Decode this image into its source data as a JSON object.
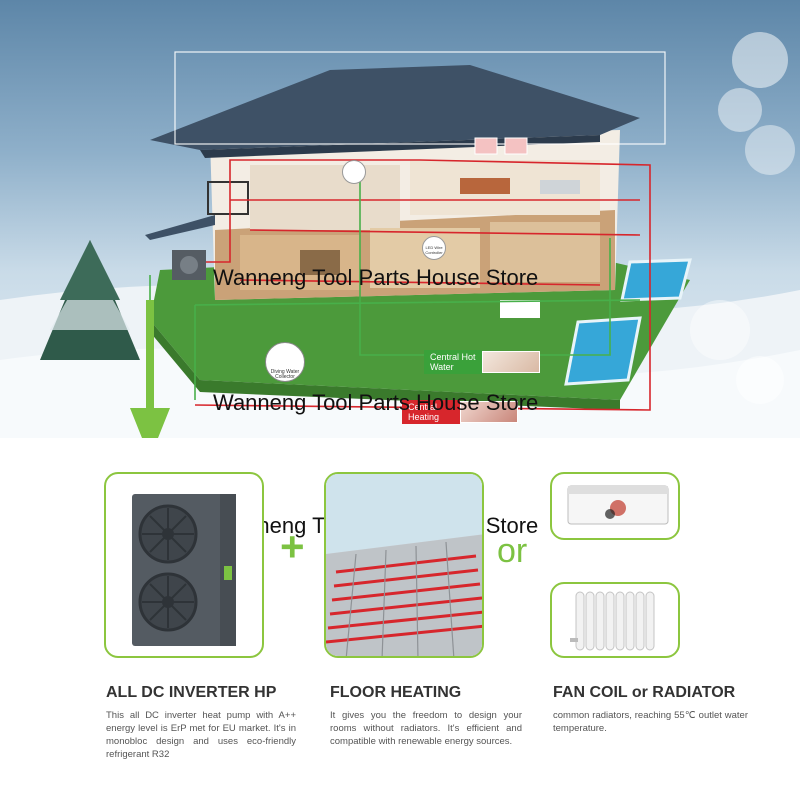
{
  "scene": {
    "callouts": {
      "central_hot_water": "Central Hot Water",
      "central_heating": "Central Heating",
      "living_water_collector": "Diving Water Collector",
      "led_controller": "LED Wire Controller"
    }
  },
  "watermark_text": "Wanneng Tool Parts House Store",
  "symbols": {
    "plus": "+",
    "or": "or"
  },
  "products": [
    {
      "title": "ALL DC INVERTER HP",
      "description": "This all DC inverter heat pump with A++ energy level is ErP met for EU market. It's in monobloc design and uses eco-friendly refrigerant R32"
    },
    {
      "title": "FLOOR HEATING",
      "description": "It gives you the freedom to design your rooms without radiators. It's efficient and compatible with renewable energy sources."
    },
    {
      "title": "FAN COIL or RADIATOR",
      "description": "common radiators, reaching 55℃ outlet water temperature."
    }
  ],
  "colors": {
    "accent_green": "#8cc63f",
    "arrow_green": "#7cc242",
    "pipe_red": "#d7262c",
    "roof": "#3e5166"
  }
}
